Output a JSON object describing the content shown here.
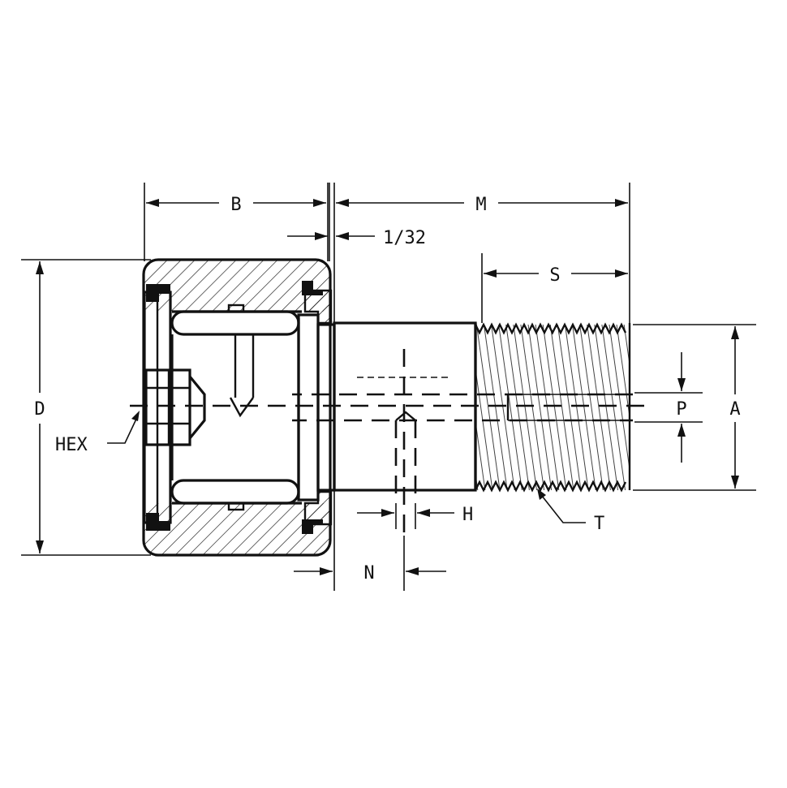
{
  "labels": {
    "b": "B",
    "m": "M",
    "gap": "1/32",
    "s": "S",
    "d": "D",
    "a": "A",
    "p": "P",
    "hex": "HEX",
    "h": "H",
    "t": "T",
    "n": "N"
  },
  "colors": {
    "ink": "#111111",
    "background": "#ffffff"
  }
}
